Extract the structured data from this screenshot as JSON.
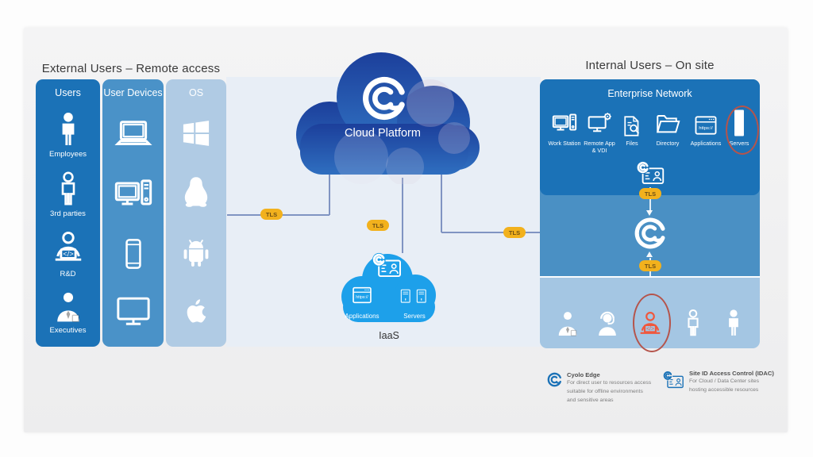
{
  "titles": {
    "external": "External Users – Remote access",
    "internal": "Internal Users – On site"
  },
  "external_columns": [
    {
      "header": "Users",
      "items": [
        {
          "label": "Employees",
          "icon": "person-solid-icon"
        },
        {
          "label": "3rd parties",
          "icon": "person-outline-icon"
        },
        {
          "label": "R&D",
          "icon": "developer-laptop-icon"
        },
        {
          "label": "Executives",
          "icon": "executive-icon"
        }
      ]
    },
    {
      "header": "User Devices",
      "items": [
        {
          "icon": "laptop-icon"
        },
        {
          "icon": "workstation-icon"
        },
        {
          "icon": "smartphone-icon"
        },
        {
          "icon": "monitor-icon"
        }
      ]
    },
    {
      "header": "OS",
      "items": [
        {
          "icon": "windows-icon"
        },
        {
          "icon": "linux-icon"
        },
        {
          "icon": "android-icon"
        },
        {
          "icon": "apple-icon"
        }
      ]
    }
  ],
  "cloud_platform": {
    "label": "Cloud Platform",
    "logo_icon": "cyolo-logo-icon"
  },
  "iaas": {
    "label": "IaaS",
    "idac_icon": "idac-icon",
    "applications_label": "Applications",
    "applications_icon": "browser-icon",
    "servers_label": "Servers",
    "servers_icon": "servers-small-icon"
  },
  "connections": {
    "tls_label": "TLS"
  },
  "enterprise": {
    "header": "Enterprise Network",
    "idac_icon": "idac-icon",
    "items": [
      {
        "label": "Work Station",
        "icon": "workstation-icon"
      },
      {
        "label": "Remote App & VDI",
        "icon": "remote-vdi-icon"
      },
      {
        "label": "Files",
        "icon": "files-icon"
      },
      {
        "label": "Directory",
        "icon": "directory-icon"
      },
      {
        "label": "Applications",
        "icon": "browser-icon"
      },
      {
        "label": "Servers",
        "icon": "server-tower-icon",
        "highlighted": true
      }
    ]
  },
  "internal_logo_icon": "cyolo-logo-icon",
  "internal_people": [
    {
      "icon": "executive-icon"
    },
    {
      "icon": "support-headset-icon"
    },
    {
      "icon": "developer-laptop-icon",
      "highlighted": true
    },
    {
      "icon": "person-outline-icon"
    },
    {
      "icon": "person-solid-icon"
    }
  ],
  "legend": [
    {
      "icon": "cyolo-logo-icon",
      "title": "Cyolo Edge",
      "lines": [
        "For direct user to resources access",
        "suitable  for offline environments",
        "and sensitive areas"
      ]
    },
    {
      "icon": "idac-icon",
      "title": "Site ID Access Control (IDAC)",
      "lines": [
        "For Cloud / Data Center sites",
        "hosting accessible resources"
      ]
    }
  ],
  "colors": {
    "users_column": "#1b72b7",
    "devices_column": "#4a92c8",
    "os_column": "#b0cbe4",
    "enterprise_panel": "#1b72b7",
    "middle_panel": "#4a90c4",
    "people_panel": "#a4c6e3",
    "iaas_cloud": "#1da0ea",
    "tls_badge": "#f2b11d",
    "tls_text": "#6e4f15",
    "highlight_orange": "#f0573d",
    "highlight_ellipse": "#b5544b",
    "connector": "#8094c2",
    "arrow": "#4d62a6"
  }
}
